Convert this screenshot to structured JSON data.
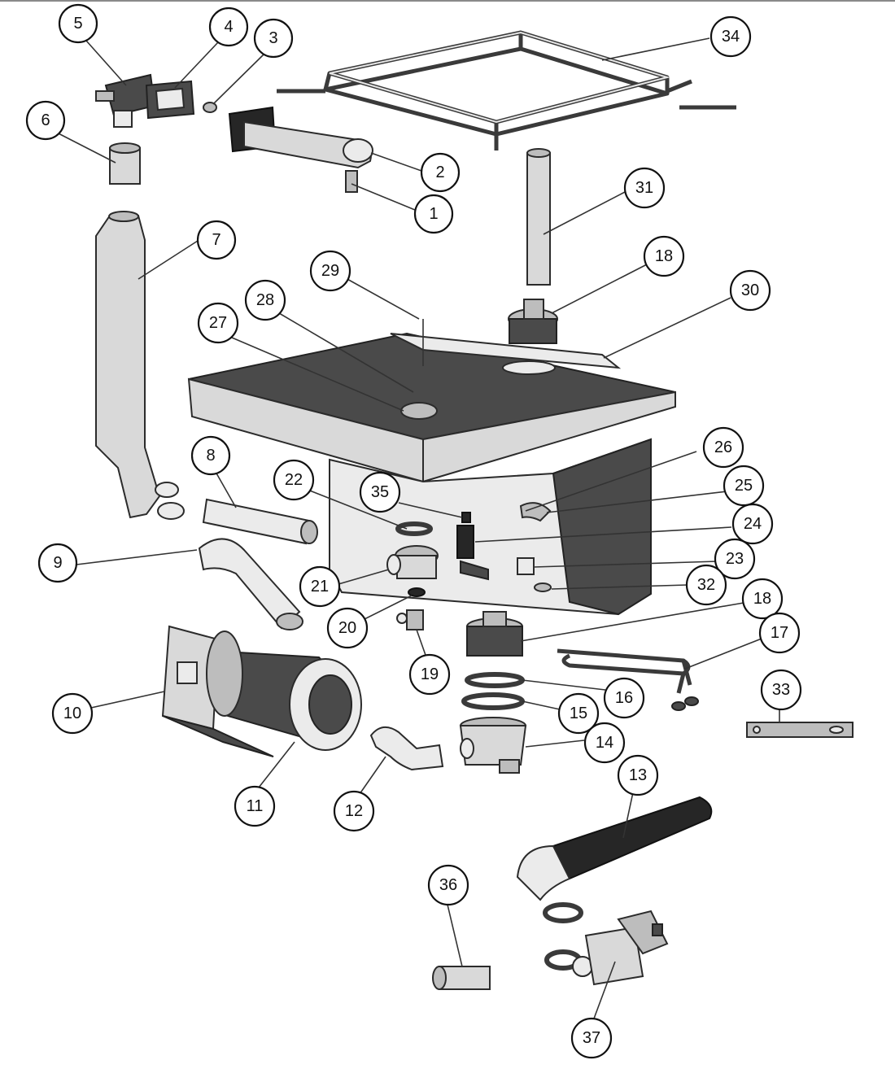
{
  "callouts": [
    {
      "id": "5",
      "label": "5"
    },
    {
      "id": "4",
      "label": "4"
    },
    {
      "id": "3",
      "label": "3"
    },
    {
      "id": "34",
      "label": "34"
    },
    {
      "id": "6",
      "label": "6"
    },
    {
      "id": "2",
      "label": "2"
    },
    {
      "id": "1",
      "label": "1"
    },
    {
      "id": "31",
      "label": "31"
    },
    {
      "id": "7",
      "label": "7"
    },
    {
      "id": "18a",
      "label": "18"
    },
    {
      "id": "29",
      "label": "29"
    },
    {
      "id": "28",
      "label": "28"
    },
    {
      "id": "30",
      "label": "30"
    },
    {
      "id": "27",
      "label": "27"
    },
    {
      "id": "26",
      "label": "26"
    },
    {
      "id": "8",
      "label": "8"
    },
    {
      "id": "22",
      "label": "22"
    },
    {
      "id": "35",
      "label": "35"
    },
    {
      "id": "25",
      "label": "25"
    },
    {
      "id": "24",
      "label": "24"
    },
    {
      "id": "9",
      "label": "9"
    },
    {
      "id": "23",
      "label": "23"
    },
    {
      "id": "21",
      "label": "21"
    },
    {
      "id": "32",
      "label": "32"
    },
    {
      "id": "18b",
      "label": "18"
    },
    {
      "id": "20",
      "label": "20"
    },
    {
      "id": "17",
      "label": "17"
    },
    {
      "id": "19",
      "label": "19"
    },
    {
      "id": "16",
      "label": "16"
    },
    {
      "id": "33",
      "label": "33"
    },
    {
      "id": "10",
      "label": "10"
    },
    {
      "id": "15",
      "label": "15"
    },
    {
      "id": "14",
      "label": "14"
    },
    {
      "id": "13",
      "label": "13"
    },
    {
      "id": "11",
      "label": "11"
    },
    {
      "id": "12",
      "label": "12"
    },
    {
      "id": "36",
      "label": "36"
    },
    {
      "id": "37",
      "label": "37"
    }
  ]
}
